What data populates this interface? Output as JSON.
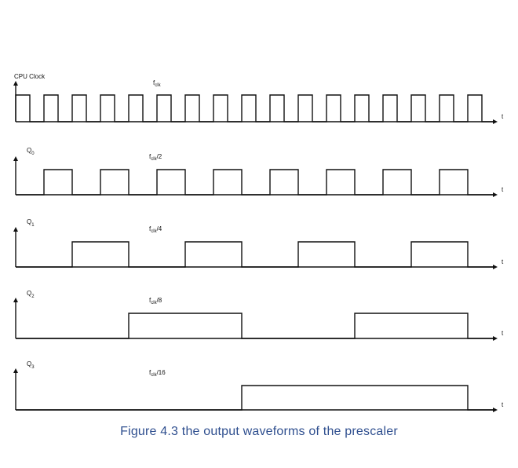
{
  "signals": [
    {
      "name": "CPU Clock",
      "freq": "f",
      "freq_sub": "clk",
      "freq_suffix": "",
      "period_halves": 1,
      "axis_label": "t"
    },
    {
      "name": "Q",
      "name_sub": "0",
      "freq": "f",
      "freq_sub": "clk",
      "freq_suffix": "/2",
      "period_halves": 2,
      "axis_label": "t"
    },
    {
      "name": "Q",
      "name_sub": "1",
      "freq": "f",
      "freq_sub": "clk",
      "freq_suffix": "/4",
      "period_halves": 4,
      "axis_label": "t"
    },
    {
      "name": "Q",
      "name_sub": "2",
      "freq": "f",
      "freq_sub": "clk",
      "freq_suffix": "/8",
      "period_halves": 8,
      "axis_label": "t"
    },
    {
      "name": "Q",
      "name_sub": "3",
      "freq": "f",
      "freq_sub": "clk",
      "freq_suffix": "/16",
      "period_halves": 16,
      "axis_label": "t"
    }
  ],
  "caption": "Figure 4.3 the output waveforms of the prescaler",
  "colors": {
    "waveform": "#111111",
    "caption": "#2f4f8f"
  }
}
